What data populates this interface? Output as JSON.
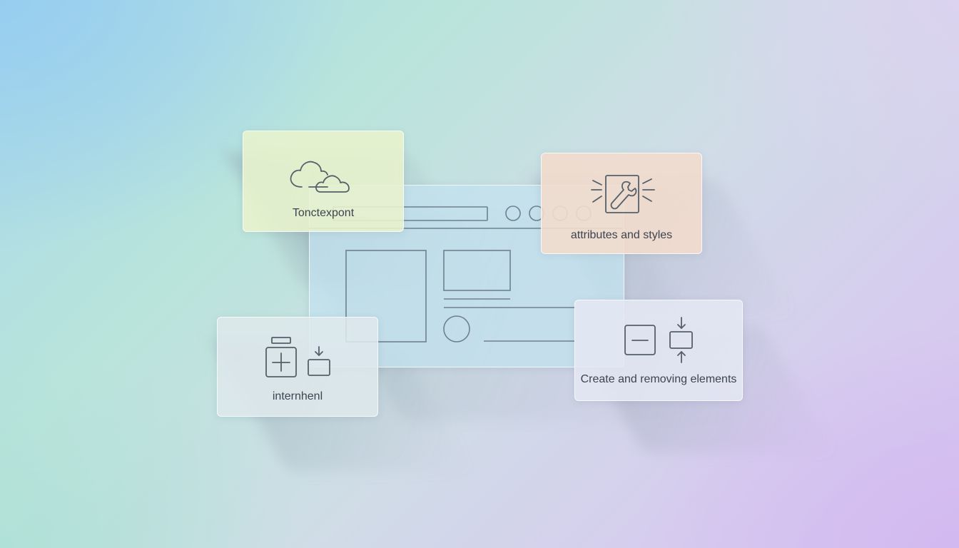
{
  "colors": {
    "card_top_left": "#e6f1cc",
    "card_top_right": "#f0dccf",
    "card_bottom_left": "#dde8ea",
    "card_bottom_right": "#e2e6f2",
    "browser_panel": "#c3e2ee",
    "stroke": "#55606a"
  },
  "cards": [
    {
      "id": "top-left",
      "icon": "cloud-icon",
      "label": "Tonctexpont"
    },
    {
      "id": "top-right",
      "icon": "wrench-icon",
      "label": "attributes and styles"
    },
    {
      "id": "bottom-left",
      "icon": "add-box-icon",
      "label": "internhenl"
    },
    {
      "id": "bottom-right",
      "icon": "remove-box-icon",
      "label": "Create and removing elements"
    }
  ]
}
